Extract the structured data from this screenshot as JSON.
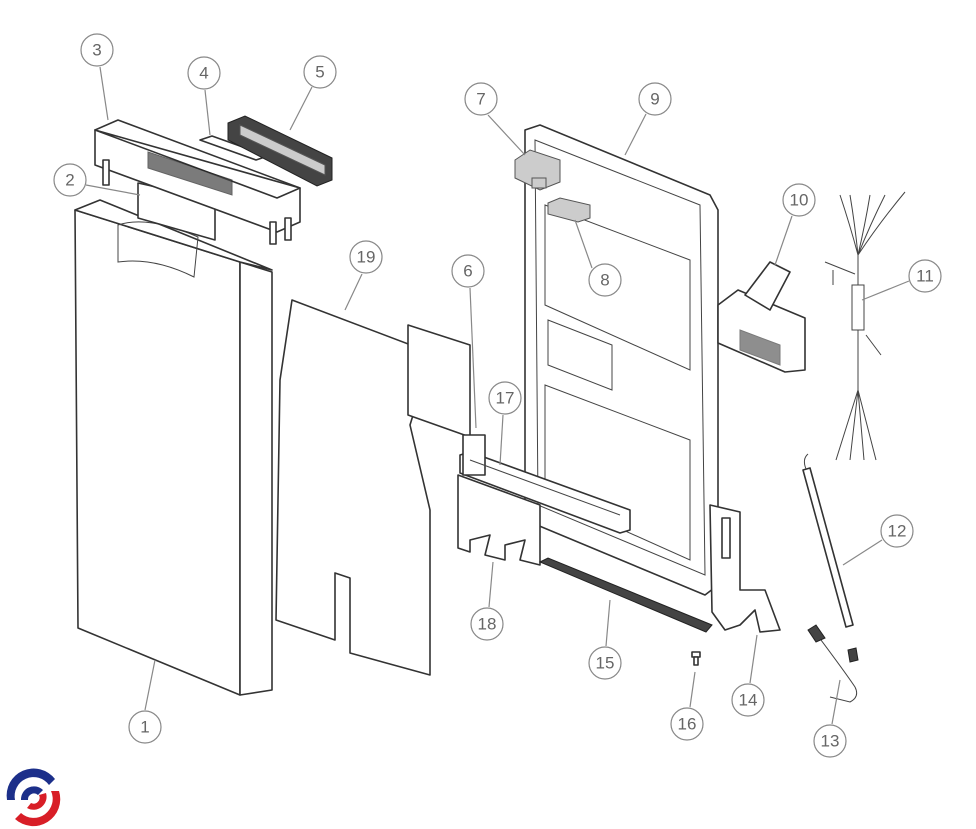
{
  "diagram": {
    "callouts": [
      "1",
      "2",
      "3",
      "4",
      "5",
      "6",
      "7",
      "8",
      "9",
      "10",
      "11",
      "12",
      "13",
      "14",
      "15",
      "16",
      "17",
      "18",
      "19"
    ]
  },
  "colors": {
    "logo_blue": "#1c2f8a",
    "logo_red": "#d81e27"
  }
}
